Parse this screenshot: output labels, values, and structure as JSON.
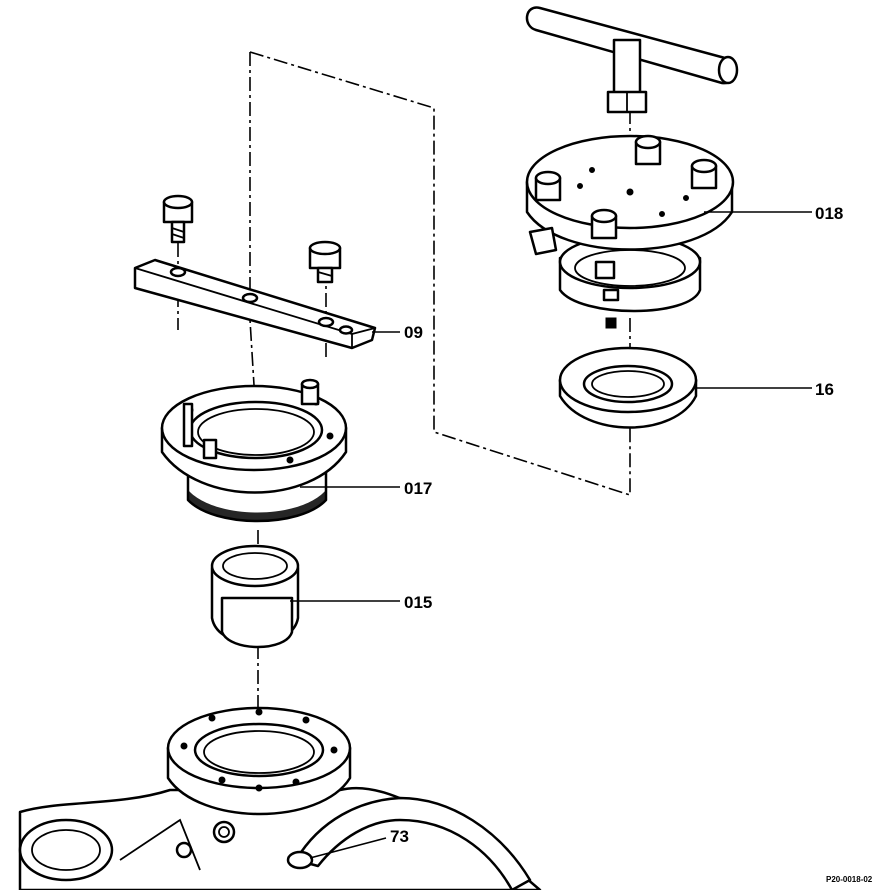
{
  "diagram": {
    "labels": {
      "part_09": "09",
      "part_018": "018",
      "part_16": "16",
      "part_017": "017",
      "part_015": "015",
      "part_73": "73"
    },
    "reference_code": "P20-0018-02"
  }
}
